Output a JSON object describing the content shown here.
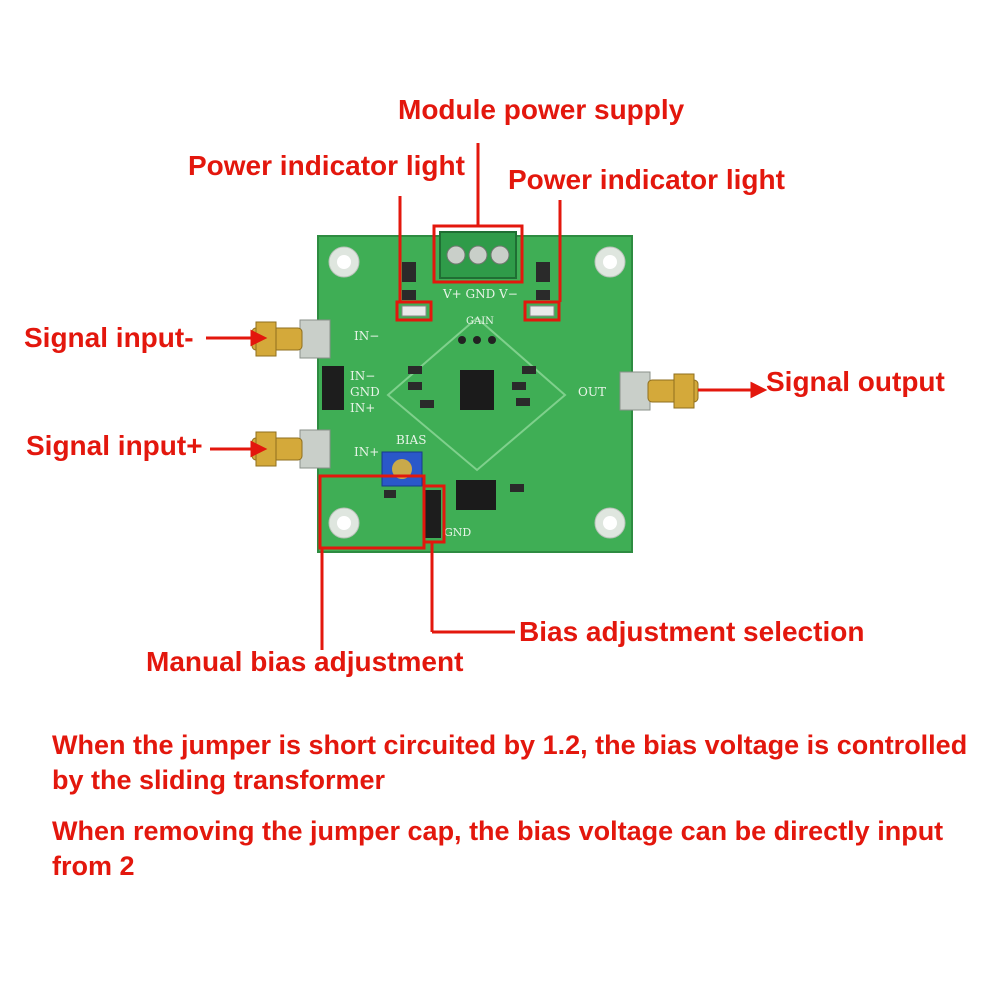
{
  "labels": {
    "module_power_supply": "Module power supply",
    "power_indicator_left": "Power indicator light",
    "power_indicator_right": "Power indicator light",
    "signal_input_minus": "Signal input-",
    "signal_input_plus": "Signal input+",
    "signal_output": "Signal output",
    "bias_adjustment_selection": "Bias adjustment selection",
    "manual_bias_adjustment": "Manual bias adjustment"
  },
  "notes": [
    "When the jumper is short circuited by 1.2, the bias voltage is controlled by the sliding transformer",
    "When removing the jumper cap, the bias voltage can be directly input from 2"
  ],
  "silkscreen": {
    "power_pins": "V+  GND  V−",
    "in_minus_top": "IN−",
    "in_minus": "IN−",
    "gnd": "GND",
    "in_plus": "IN+",
    "in_plus_bottom": "IN+",
    "out": "OUT",
    "bias": "BIAS",
    "gain": "GAIN",
    "gnd_bottom": "GND"
  },
  "colors": {
    "annotation_red": "#e3170d",
    "pcb_green": "#3fae55",
    "connector_gold": "#d4a93a"
  }
}
